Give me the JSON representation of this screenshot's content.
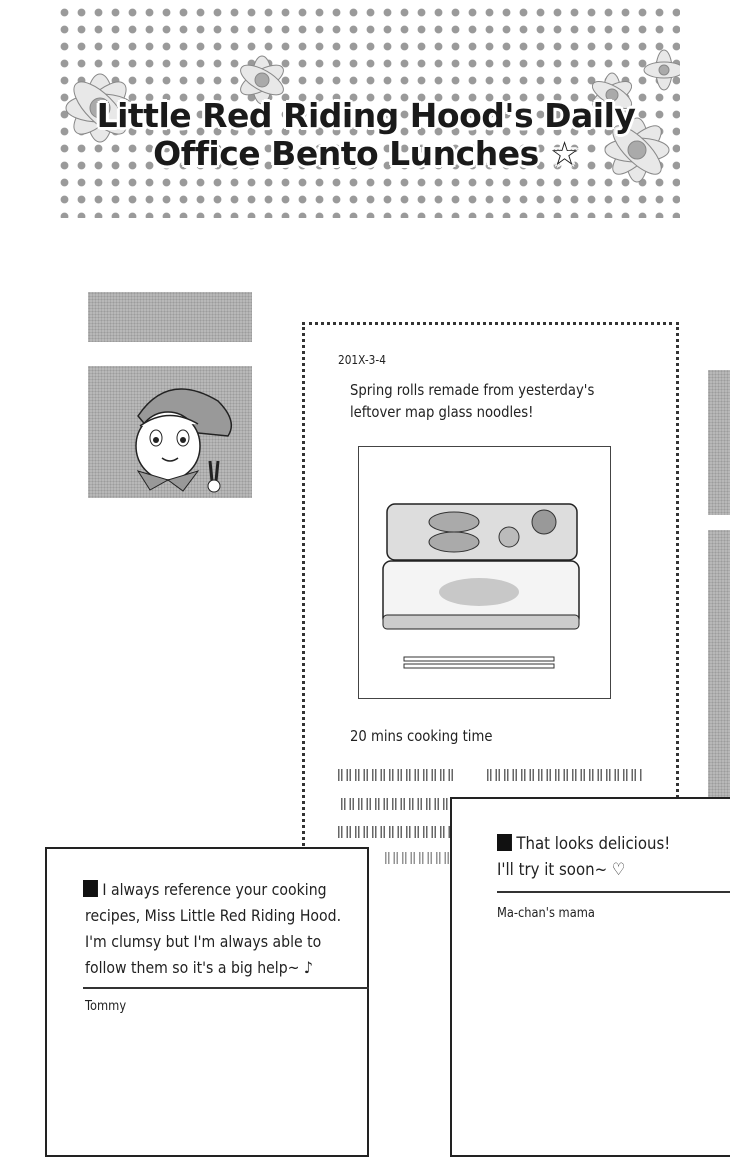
{
  "header": {
    "title_line1": "Little Red Riding Hood's Daily",
    "title_line2": "Office Bento Lunches",
    "title_star_icon": "☆"
  },
  "post": {
    "date": "201X-3-4",
    "text_line1": "Spring rolls remade from yesterday's",
    "text_line2": "leftover map glass noodles!",
    "cooking_time": "20 mins cooking time"
  },
  "comments": [
    {
      "lines": [
        "I always reference your cooking",
        "recipes, Miss Little Red Riding Hood.",
        "I'm clumsy but I'm always able to",
        "follow them so it's a big help~ ♪"
      ],
      "author": "Tommy"
    },
    {
      "lines": [
        "That looks delicious!",
        "I'll try it soon~ ♡"
      ],
      "author": "Ma-chan's mama"
    }
  ]
}
